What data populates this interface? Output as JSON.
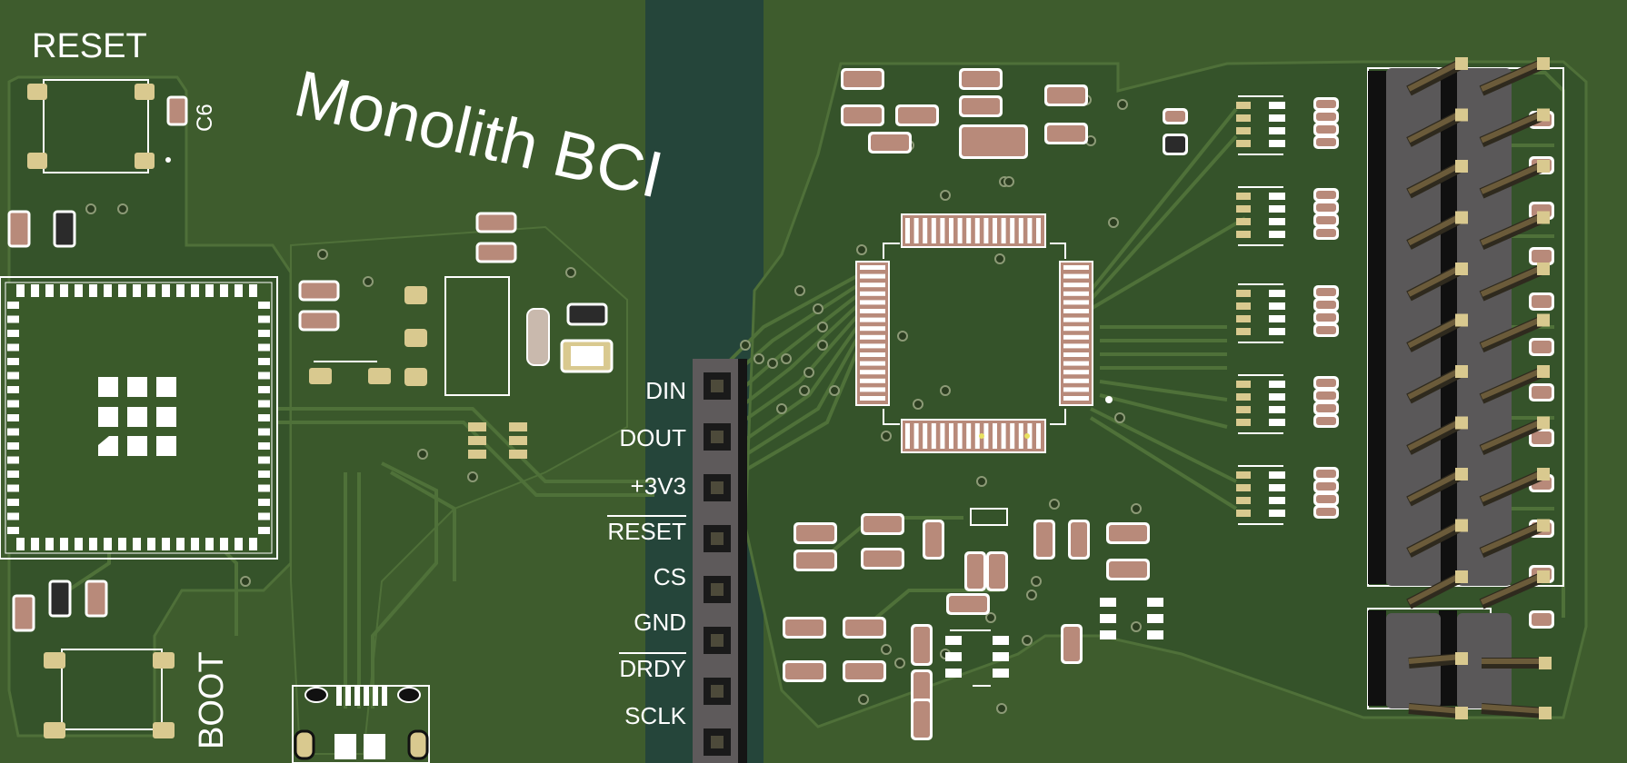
{
  "board": {
    "title": "Monolith BCI",
    "buttons": {
      "reset": "RESET",
      "boot": "BOOT"
    },
    "refdes": {
      "c6": "C6"
    },
    "header_pins": [
      "DIN",
      "DOUT",
      "+3V3",
      "RESET",
      "CS",
      "GND",
      "DRDY",
      "SCLK"
    ],
    "overlined_pins": [
      "RESET",
      "DRDY"
    ],
    "colors": {
      "soldermask": "#3e5c2d",
      "copper_pour": "#35532a",
      "trace": "#4a6a36",
      "keepout_channel": "#25453a",
      "pad_gold": "#d9c98f",
      "component_body": "#b88a7a",
      "silkscreen": "#ffffff",
      "header_black": "#101010",
      "pin_brass": "#6b5b3a"
    },
    "icons": [
      "esp32-module",
      "usb-c-connector",
      "tactile-switch",
      "qfp-ic",
      "pin-header",
      "smd-resistor",
      "smd-capacitor",
      "crystal"
    ]
  }
}
